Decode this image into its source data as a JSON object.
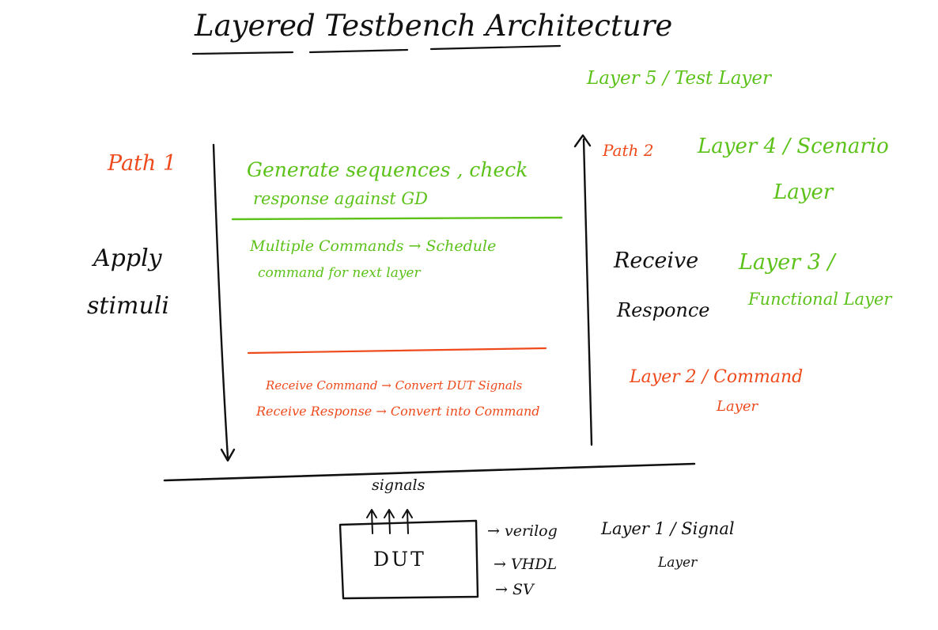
{
  "colors": {
    "ink": "#111111",
    "green": "#5cc21a",
    "red": "#ee4a1c",
    "paper": "#ffffff"
  },
  "title": "Layered Testbench Architecture",
  "left": {
    "path": "Path 1",
    "action_line1": "Apply",
    "action_line2": "stimuli"
  },
  "right": {
    "path": "Path 2",
    "action_line1": "Receive",
    "action_line2": "Responce"
  },
  "layers": {
    "layer5": "Layer 5 / Test Layer",
    "layer4_line1": "Layer 4 / Scenario",
    "layer4_line2": "Layer",
    "layer3_line1": "Layer 3 /",
    "layer3_line2": "Functional Layer",
    "layer2_line1": "Layer 2 / Command",
    "layer2_line2": "Layer",
    "layer1_line1": "Layer 1 / Signal",
    "layer1_line2": "Layer"
  },
  "box": {
    "scenario_line1": "Generate sequences , check",
    "scenario_line2": "response against GD",
    "functional_line1": "Multiple Commands → Schedule",
    "functional_line2": "command for next layer",
    "command_line1": "Receive Command → Convert DUT Signals",
    "command_line2": "Receive Response → Convert into Command"
  },
  "dut": {
    "label": "DUT",
    "signals": "signals",
    "lang1": "→ verilog",
    "lang2": "→ VHDL",
    "lang3": "→ SV"
  }
}
